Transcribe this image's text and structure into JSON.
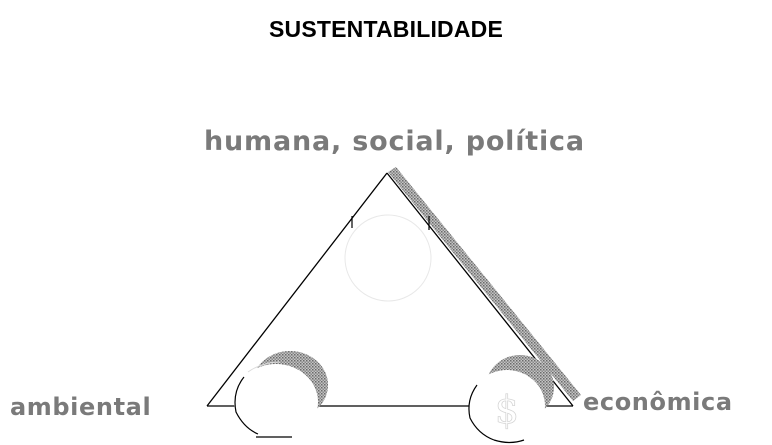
{
  "title": "SUSTENTABILIDADE",
  "vertices": {
    "top": "humana, social, política",
    "left": "ambiental",
    "right": "econômica"
  },
  "colors": {
    "title": "#000000",
    "vertex_labels": "#7a7a7a",
    "lines": "#000000",
    "shadow": "#9a9a9a"
  },
  "icons": {
    "top": "person-circle-icon",
    "left": "globe-circle-icon",
    "right": "dollar-coin-icon"
  }
}
